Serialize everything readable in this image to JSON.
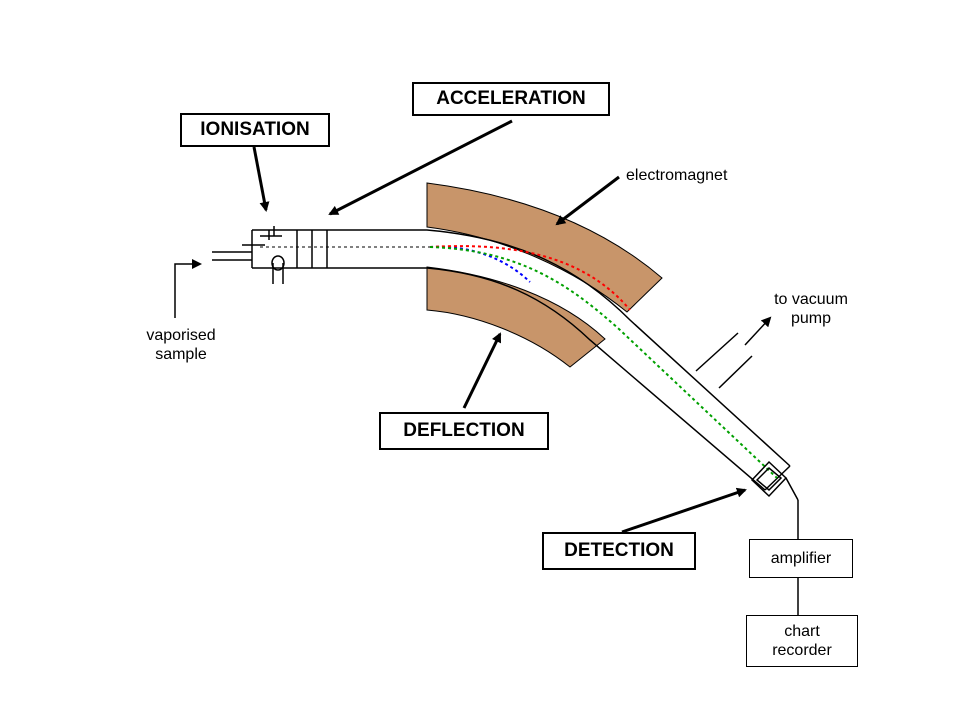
{
  "stages": {
    "ionisation": "IONISATION",
    "acceleration": "ACCELERATION",
    "deflection": "DEFLECTION",
    "detection": "DETECTION"
  },
  "labels": {
    "electromagnet": "electromagnet",
    "vacuum_pump": "to vacuum\npump",
    "vaporised_sample": "vaporised\nsample"
  },
  "boxes": {
    "amplifier": "amplifier",
    "chart_recorder": "chart\nrecorder"
  },
  "colors": {
    "magnet": "#c8956a",
    "beam_red": "#ff0000",
    "beam_green": "#00a000",
    "beam_blue": "#0000ff"
  }
}
